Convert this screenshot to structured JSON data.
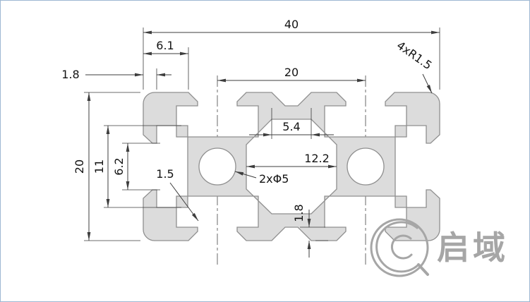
{
  "dims": {
    "overall_width": "40",
    "slot_edge_offset": "6.1",
    "wall_top_left": "1.8",
    "slot_spacing": "20",
    "center_groove_width": "5.4",
    "cavity_width": "12.2",
    "overall_height": "20",
    "end_cavity_height": "11",
    "end_slot_opening": "6.2",
    "lip_fillet": "1.5",
    "center_holes": "2xΦ5",
    "bottom_wall": "1.8",
    "corner_radius": "4xR1.5"
  },
  "logo": {
    "name": "启域"
  },
  "colors": {
    "profile_fill": "#dcdcdc",
    "outline": "#8f8f8f",
    "dim": "#3d3d3d",
    "logo": "#a6a6a6"
  }
}
